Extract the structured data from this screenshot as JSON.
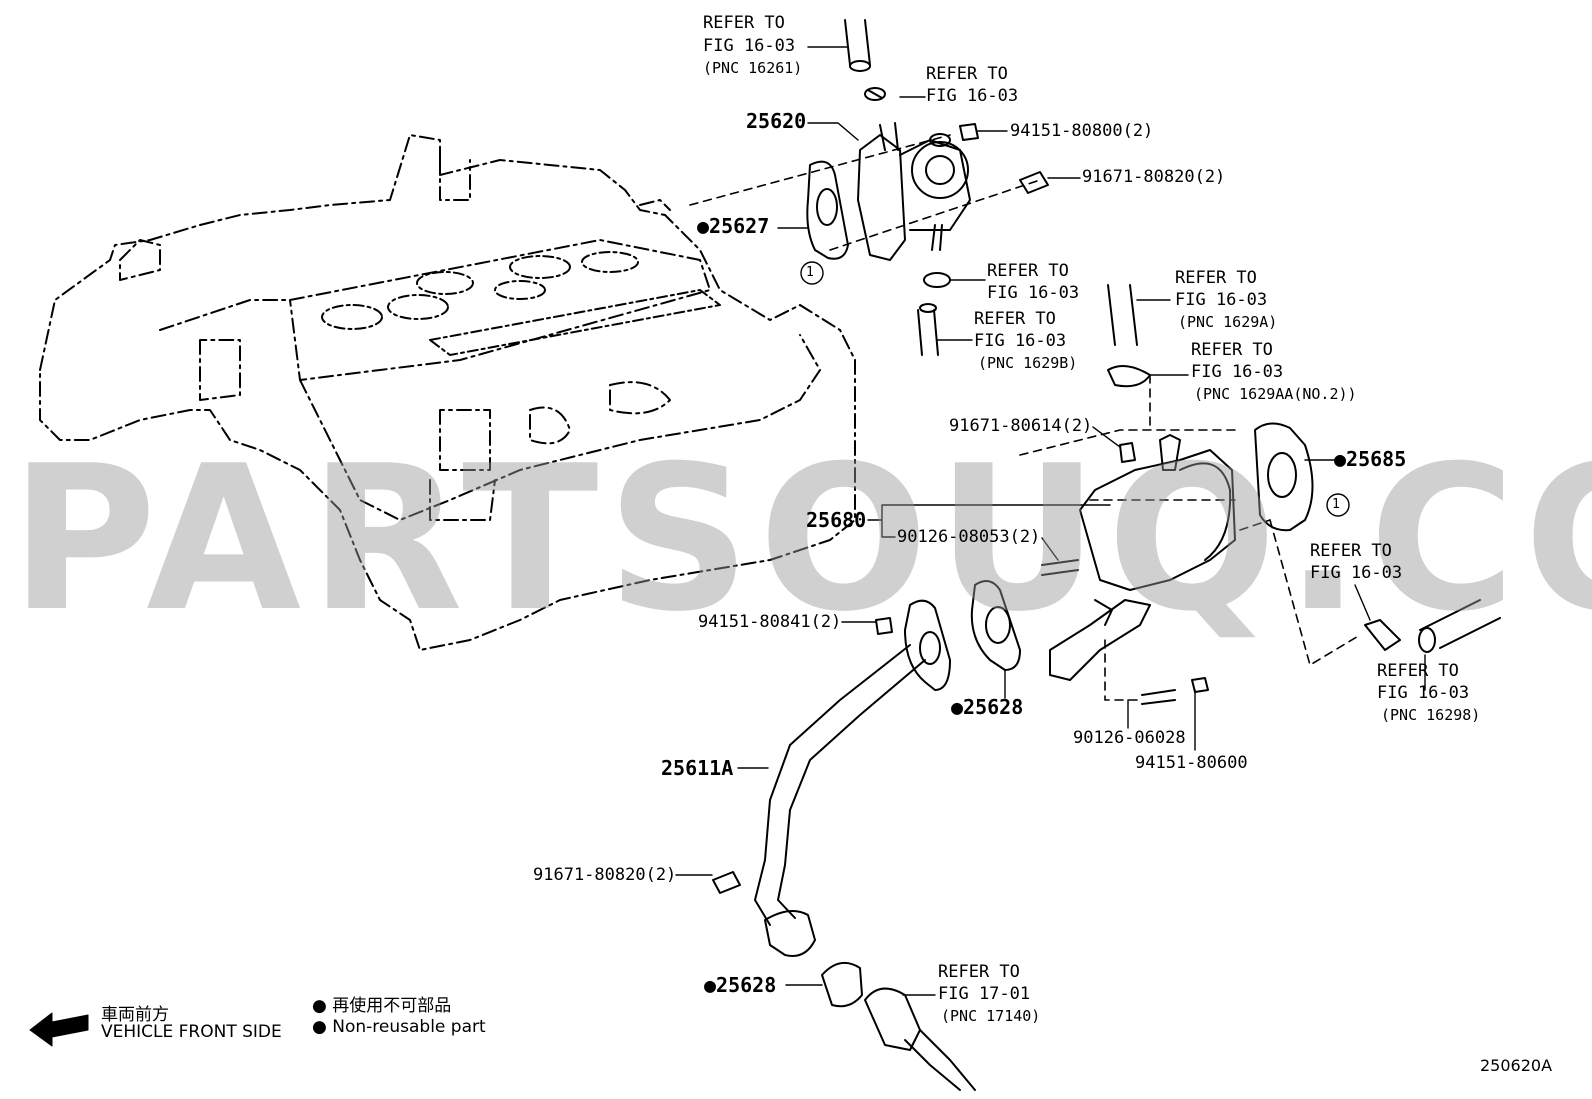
{
  "watermark": "PARTSOUQ.COM",
  "figure_code": "250620A",
  "legend": {
    "front_jp": "車両前方",
    "front_en": "VEHICLE FRONT SIDE",
    "nonreuse_jp": "再使用不可部品",
    "nonreuse_en": "Non-reusable part",
    "marker_symbol": "●"
  },
  "ref_symbol": "1",
  "refs": {
    "r1": [
      "REFER TO",
      "FIG 16-03",
      "(PNC 16261)"
    ],
    "r2": [
      "REFER TO",
      "FIG 16-03"
    ],
    "r3": [
      "REFER TO",
      "FIG 16-03"
    ],
    "r4": [
      "REFER TO",
      "FIG 16-03",
      "(PNC 1629B)"
    ],
    "r5": [
      "REFER TO",
      "FIG 16-03",
      "(PNC 1629A)"
    ],
    "r6": [
      "REFER TO",
      "FIG 16-03",
      "(PNC 1629AA(NO.2))"
    ],
    "r7": [
      "REFER TO",
      "FIG 16-03"
    ],
    "r8": [
      "REFER TO",
      "FIG 16-03",
      "(PNC 16298)"
    ],
    "r9": [
      "REFER TO",
      "FIG 17-01",
      "(PNC 17140)"
    ]
  },
  "parts": {
    "p25620": "25620",
    "p25627": "25627",
    "p25680": "25680",
    "p25685": "25685",
    "p25628a": "25628",
    "p25611A": "25611A",
    "p25628b": "25628",
    "b94151_80800": "94151-80800(2)",
    "b91671_80820a": "91671-80820(2)",
    "b91671_80614": "91671-80614(2)",
    "b90126_08053": "90126-08053(2)",
    "b94151_80841": "94151-80841(2)",
    "b90126_06028": "90126-06028",
    "b94151_80600": "94151-80600",
    "b91671_80820b": "91671-80820(2)"
  }
}
